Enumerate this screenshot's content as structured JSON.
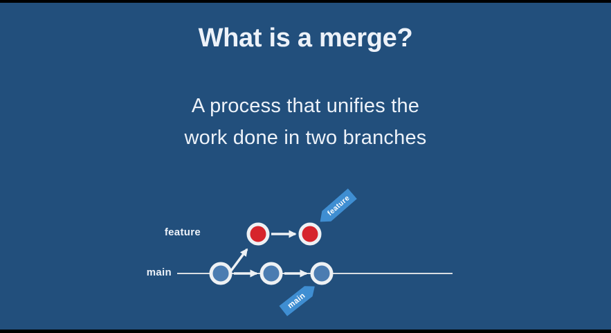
{
  "slide": {
    "title": "What is a merge?",
    "subtitle": {
      "line1": "A process that unifies the",
      "line2": "work done in two branches"
    },
    "diagram": {
      "feature_branch_label": "feature",
      "main_branch_label": "main",
      "feature_tag_label": "feature",
      "main_tag_label": "main",
      "main_commit_count": 3,
      "feature_commit_count": 2
    },
    "colors": {
      "background": "#224f7c",
      "letterbox": "#000000",
      "text": "#edf2f9",
      "line": "#d9dde2",
      "arrow": "#eef1f4",
      "commit_ring": "#eef1f4",
      "main_commit_fill": "#4b7cb1",
      "feature_commit_fill": "#d6242c",
      "tag_fill": "#3f8ed2"
    }
  }
}
